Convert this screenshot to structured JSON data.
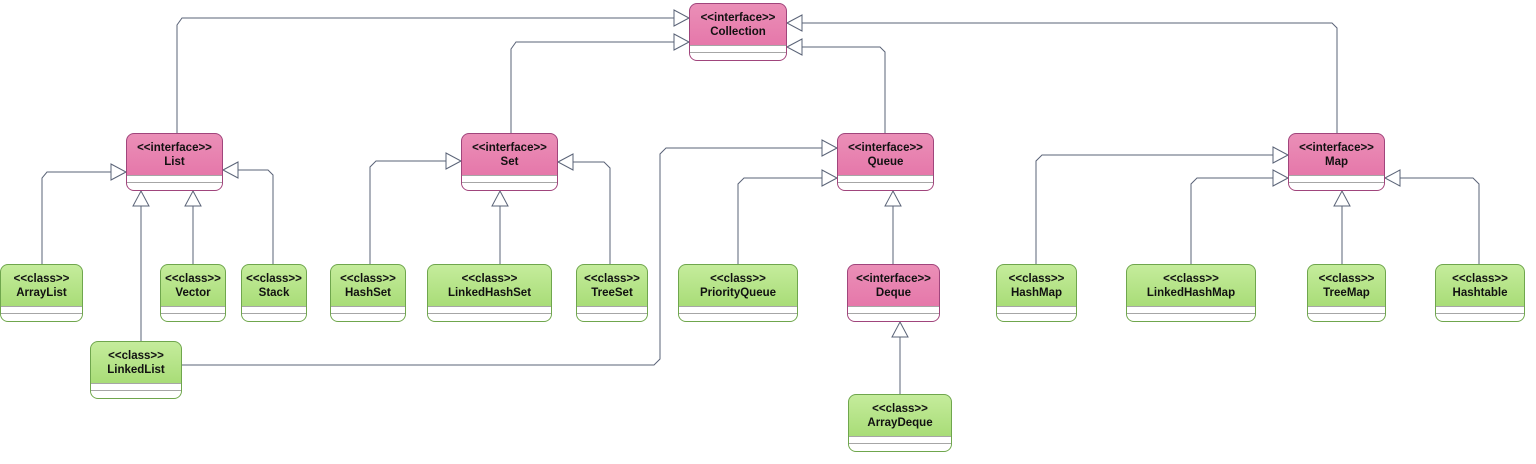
{
  "nodes": {
    "collection": {
      "stereotype": "<<interface>>",
      "name": "Collection"
    },
    "list": {
      "stereotype": "<<interface>>",
      "name": "List"
    },
    "set": {
      "stereotype": "<<interface>>",
      "name": "Set"
    },
    "queue": {
      "stereotype": "<<interface>>",
      "name": "Queue"
    },
    "map": {
      "stereotype": "<<interface>>",
      "name": "Map"
    },
    "deque": {
      "stereotype": "<<interface>>",
      "name": "Deque"
    },
    "arraylist": {
      "stereotype": "<<class>>",
      "name": "ArrayList"
    },
    "vector": {
      "stereotype": "<<class>>",
      "name": "Vector"
    },
    "stack": {
      "stereotype": "<<class>>",
      "name": "Stack"
    },
    "linkedlist": {
      "stereotype": "<<class>>",
      "name": "LinkedList"
    },
    "hashset": {
      "stereotype": "<<class>>",
      "name": "HashSet"
    },
    "linkedhashset": {
      "stereotype": "<<class>>",
      "name": "LinkedHashSet"
    },
    "treeset": {
      "stereotype": "<<class>>",
      "name": "TreeSet"
    },
    "priorityqueue": {
      "stereotype": "<<class>>",
      "name": "PriorityQueue"
    },
    "arraydeque": {
      "stereotype": "<<class>>",
      "name": "ArrayDeque"
    },
    "hashmap": {
      "stereotype": "<<class>>",
      "name": "HashMap"
    },
    "linkedhashmap": {
      "stereotype": "<<class>>",
      "name": "LinkedHashMap"
    },
    "treemap": {
      "stereotype": "<<class>>",
      "name": "TreeMap"
    },
    "hashtable": {
      "stereotype": "<<class>>",
      "name": "Hashtable"
    }
  },
  "edges": [
    {
      "from": "list",
      "to": "collection"
    },
    {
      "from": "set",
      "to": "collection"
    },
    {
      "from": "queue",
      "to": "collection"
    },
    {
      "from": "map",
      "to": "collection"
    },
    {
      "from": "arraylist",
      "to": "list"
    },
    {
      "from": "vector",
      "to": "list"
    },
    {
      "from": "stack",
      "to": "list"
    },
    {
      "from": "linkedlist",
      "to": "list"
    },
    {
      "from": "linkedlist",
      "to": "queue"
    },
    {
      "from": "hashset",
      "to": "set"
    },
    {
      "from": "linkedhashset",
      "to": "set"
    },
    {
      "from": "treeset",
      "to": "set"
    },
    {
      "from": "priorityqueue",
      "to": "queue"
    },
    {
      "from": "deque",
      "to": "queue"
    },
    {
      "from": "arraydeque",
      "to": "deque"
    },
    {
      "from": "hashmap",
      "to": "map"
    },
    {
      "from": "linkedhashmap",
      "to": "map"
    },
    {
      "from": "treemap",
      "to": "map"
    },
    {
      "from": "hashtable",
      "to": "map"
    }
  ],
  "colors": {
    "interface": "#e673a8",
    "class": "#a6db74",
    "edge": "#5a6377"
  }
}
